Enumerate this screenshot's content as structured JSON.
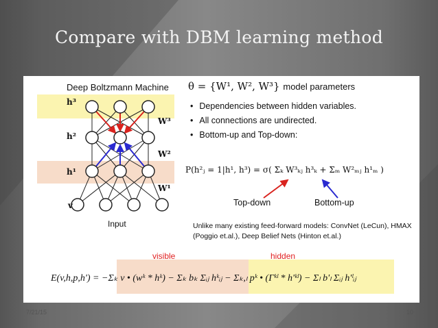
{
  "slide": {
    "title": "Compare with DBM learning method",
    "date": "7/21/15",
    "page_number": "10"
  },
  "dbm": {
    "title": "Deep Boltzmann Machine",
    "layers": [
      "h³",
      "h²",
      "h¹",
      "v"
    ],
    "weights": [
      "W³",
      "W²",
      "W¹"
    ],
    "input_label": "Input",
    "colors": {
      "top_band": "#fbf4b0",
      "bottom_band": "#f7dcc9",
      "down_arrows": "#d9231e",
      "up_arrows": "#2a2ad0"
    }
  },
  "right": {
    "param_math": "θ = {W¹, W², W³}",
    "param_text": "model parameters",
    "bullets": [
      "Dependencies between hidden variables.",
      "All connections are undirected.",
      "Bottom-up and Top-down:"
    ],
    "formula": "P(h²ⱼ = 1|h¹, h³) = σ( Σₖ W³ₖⱼ h³ₖ + Σₘ W²ₘⱼ h¹ₘ )",
    "top_down_label": "Top-down",
    "bottom_up_label": "Bottom-up",
    "note": "Unlike many existing feed-forward models: ConvNet (LeCun), HMAX (Poggio et.al.), Deep Belief Nets (Hinton et.al.)"
  },
  "energy": {
    "visible_label": "visible",
    "hidden_label": "hidden",
    "formula": "E(v,h,p,h') = −Σₖ v • (wᵏ * hᵏ) − Σₖ bₖ Σᵢⱼ hᵏᵢⱼ − Σₖ,ₗ pᵏ • (Γᵏˡ * h'ᵏˡ) − Σₗ b'ₗ Σᵢⱼ h'ˡᵢⱼ",
    "colors": {
      "visible_bg": "#f7dcc9",
      "hidden_bg": "#fbf4b0"
    }
  }
}
